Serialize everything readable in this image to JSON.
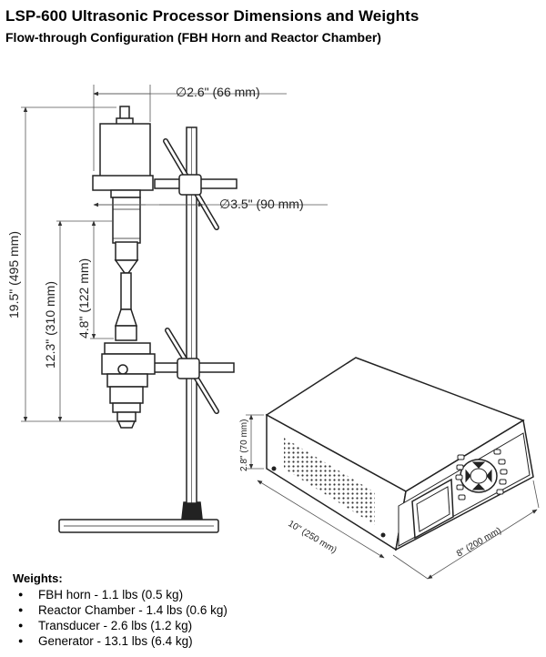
{
  "header": {
    "title": "LSP-600 Ultrasonic Processor Dimensions and Weights",
    "subtitle": "Flow-through Configuration (FBH Horn and Reactor Chamber)"
  },
  "dimensions": {
    "horn_diameter": "∅2.6\" (66 mm)",
    "clamp_diameter": "∅3.5\" (90 mm)",
    "total_height": "19.5\" (495 mm)",
    "horn_height": "12.3\" (310 mm)",
    "chamber_height": "4.8\" (122 mm)",
    "generator_height": "2.8\" (70 mm)",
    "generator_length": "10\" (250 mm)",
    "generator_width": "8\" (200 mm)"
  },
  "weights": {
    "heading": "Weights:",
    "items": [
      "FBH horn - 1.1 lbs (0.5 kg)",
      "Reactor Chamber - 1.4 lbs (0.6 kg)",
      "Transducer - 2.6 lbs (1.2 kg)",
      "Generator - 13.1 lbs (6.4 kg)"
    ]
  }
}
